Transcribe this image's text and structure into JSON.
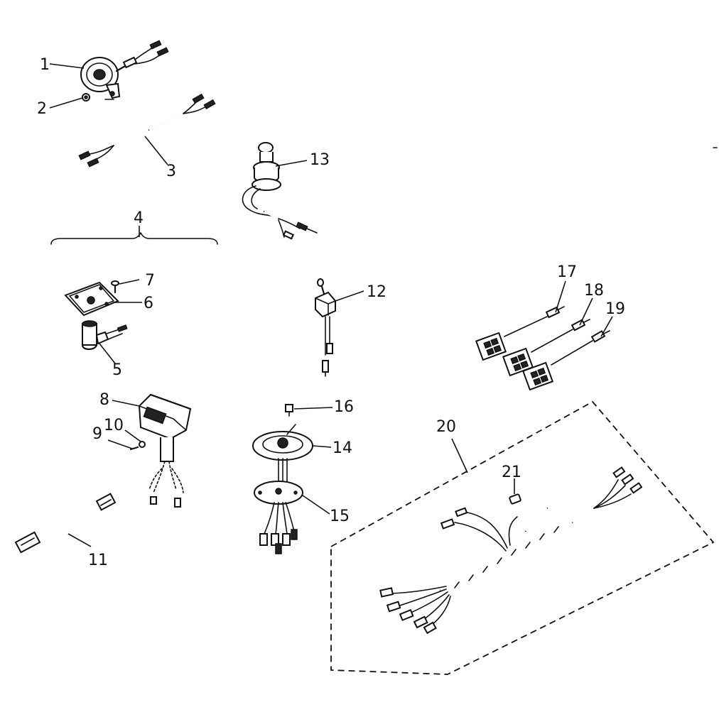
{
  "diagram": {
    "type": "exploded-parts-diagram",
    "callouts": [
      {
        "id": "1",
        "label": "1"
      },
      {
        "id": "2",
        "label": "2"
      },
      {
        "id": "3",
        "label": "3"
      },
      {
        "id": "4",
        "label": "4"
      },
      {
        "id": "5",
        "label": "5"
      },
      {
        "id": "6",
        "label": "6"
      },
      {
        "id": "7",
        "label": "7"
      },
      {
        "id": "8",
        "label": "8"
      },
      {
        "id": "9",
        "label": "9"
      },
      {
        "id": "10",
        "label": "10"
      },
      {
        "id": "11",
        "label": "11"
      },
      {
        "id": "12",
        "label": "12"
      },
      {
        "id": "13",
        "label": "13"
      },
      {
        "id": "14",
        "label": "14"
      },
      {
        "id": "15",
        "label": "15"
      },
      {
        "id": "16",
        "label": "16"
      },
      {
        "id": "17",
        "label": "17"
      },
      {
        "id": "18",
        "label": "18"
      },
      {
        "id": "19",
        "label": "19"
      },
      {
        "id": "20",
        "label": "20"
      },
      {
        "id": "21",
        "label": "21"
      }
    ]
  }
}
